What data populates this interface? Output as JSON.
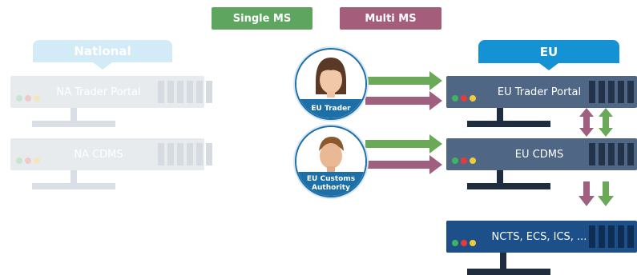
{
  "legend": {
    "single": {
      "label": "Single MS",
      "color": "#5ea660"
    },
    "multi": {
      "label": "Multi MS",
      "color": "#a45e7c"
    }
  },
  "national": {
    "banner": "National",
    "servers": [
      {
        "label": "NA Trader Portal"
      },
      {
        "label": "NA CDMS"
      }
    ]
  },
  "eu": {
    "banner": "EU",
    "servers": [
      {
        "label": "EU Trader Portal"
      },
      {
        "label": "EU CDMS"
      },
      {
        "label": "NCTS, ECS, ICS, ..."
      }
    ]
  },
  "actors": [
    {
      "caption": "EU Trader"
    },
    {
      "caption": "EU Customs Authority"
    }
  ],
  "colors": {
    "eu_blue": "#1592d4",
    "server_slate": "#4f6784",
    "server_dark_blue": "#1d4f88",
    "faded_server": "#e7ebee",
    "faded_banner": "#d2ebf7",
    "green_arrow": "#6aa958",
    "purple_arrow": "#a15f7f"
  }
}
